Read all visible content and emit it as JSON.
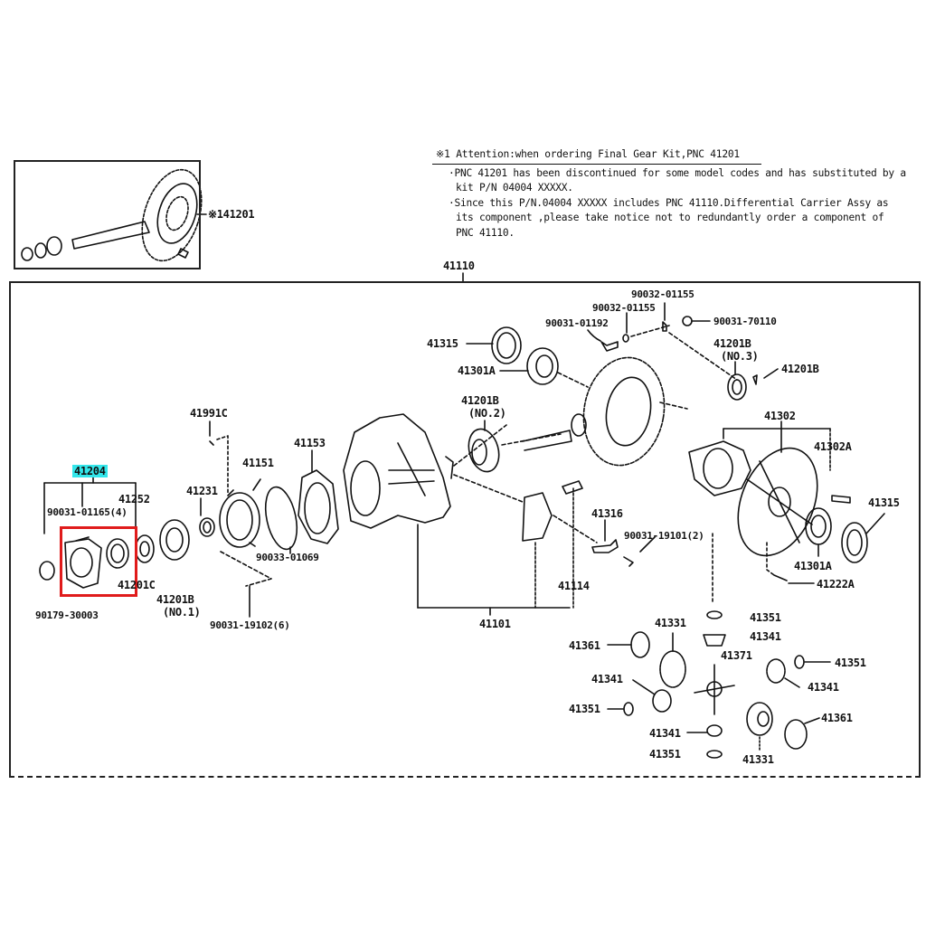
{
  "note": {
    "title": "※1 Attention:when ordering Final Gear Kit,PNC 41201",
    "bullets": [
      "·PNC 41201 has been discontinued for some model codes and has substituted by a kit P/N 04004 XXXXX.",
      "·Since this P/N.04004 XXXXX includes PNC 41110.Differential Carrier Assy as its component ,please take notice not to redundantly order a component of PNC 41110."
    ]
  },
  "inset": {
    "label": "※141201"
  },
  "highlight": {
    "label": "41204",
    "color": "#33e6ea",
    "box_color": "#e01b1b"
  },
  "labels": {
    "assy_41110": "41110",
    "p41204": "41204",
    "p41252": "41252",
    "p90031_01165": "90031-01165(4)",
    "p90179_30003": "90179-30003",
    "p41201C": "41201C",
    "p41201B_no1": "41201B",
    "no1": "(NO.1)",
    "p41231": "41231",
    "p41991C": "41991C",
    "p41151": "41151",
    "p41153": "41153",
    "p90033_01069": "90033-01069",
    "p90031_19102": "90031-19102(6)",
    "p41315_top": "41315",
    "p41301A_top": "41301A",
    "p41201B_no2": "41201B",
    "no2": "(NO.2)",
    "p90031_01192": "90031-01192",
    "p90032_01155_a": "90032-01155",
    "p90032_01155_b": "90032-01155",
    "p90031_70110": "90031-70110",
    "p41201B_no3": "41201B",
    "no3": "(NO.3)",
    "p41201B_right": "41201B",
    "p41302": "41302",
    "p41302A": "41302A",
    "p41315_right": "41315",
    "p41301A_right": "41301A",
    "p41222A": "41222A",
    "p41316": "41316",
    "p90031_19101": "90031-19101(2)",
    "p41114": "41114",
    "p41101": "41101",
    "p41331_a": "41331",
    "p41351_a": "41351",
    "p41341_a": "41341",
    "p41361_a": "41361",
    "p41371": "41371",
    "p41351_b": "41351",
    "p41341_b": "41341",
    "p41341_c": "41341",
    "p41351_c": "41351",
    "p41361_b": "41361",
    "p41341_d": "41341",
    "p41351_d": "41351",
    "p41331_b": "41331"
  }
}
